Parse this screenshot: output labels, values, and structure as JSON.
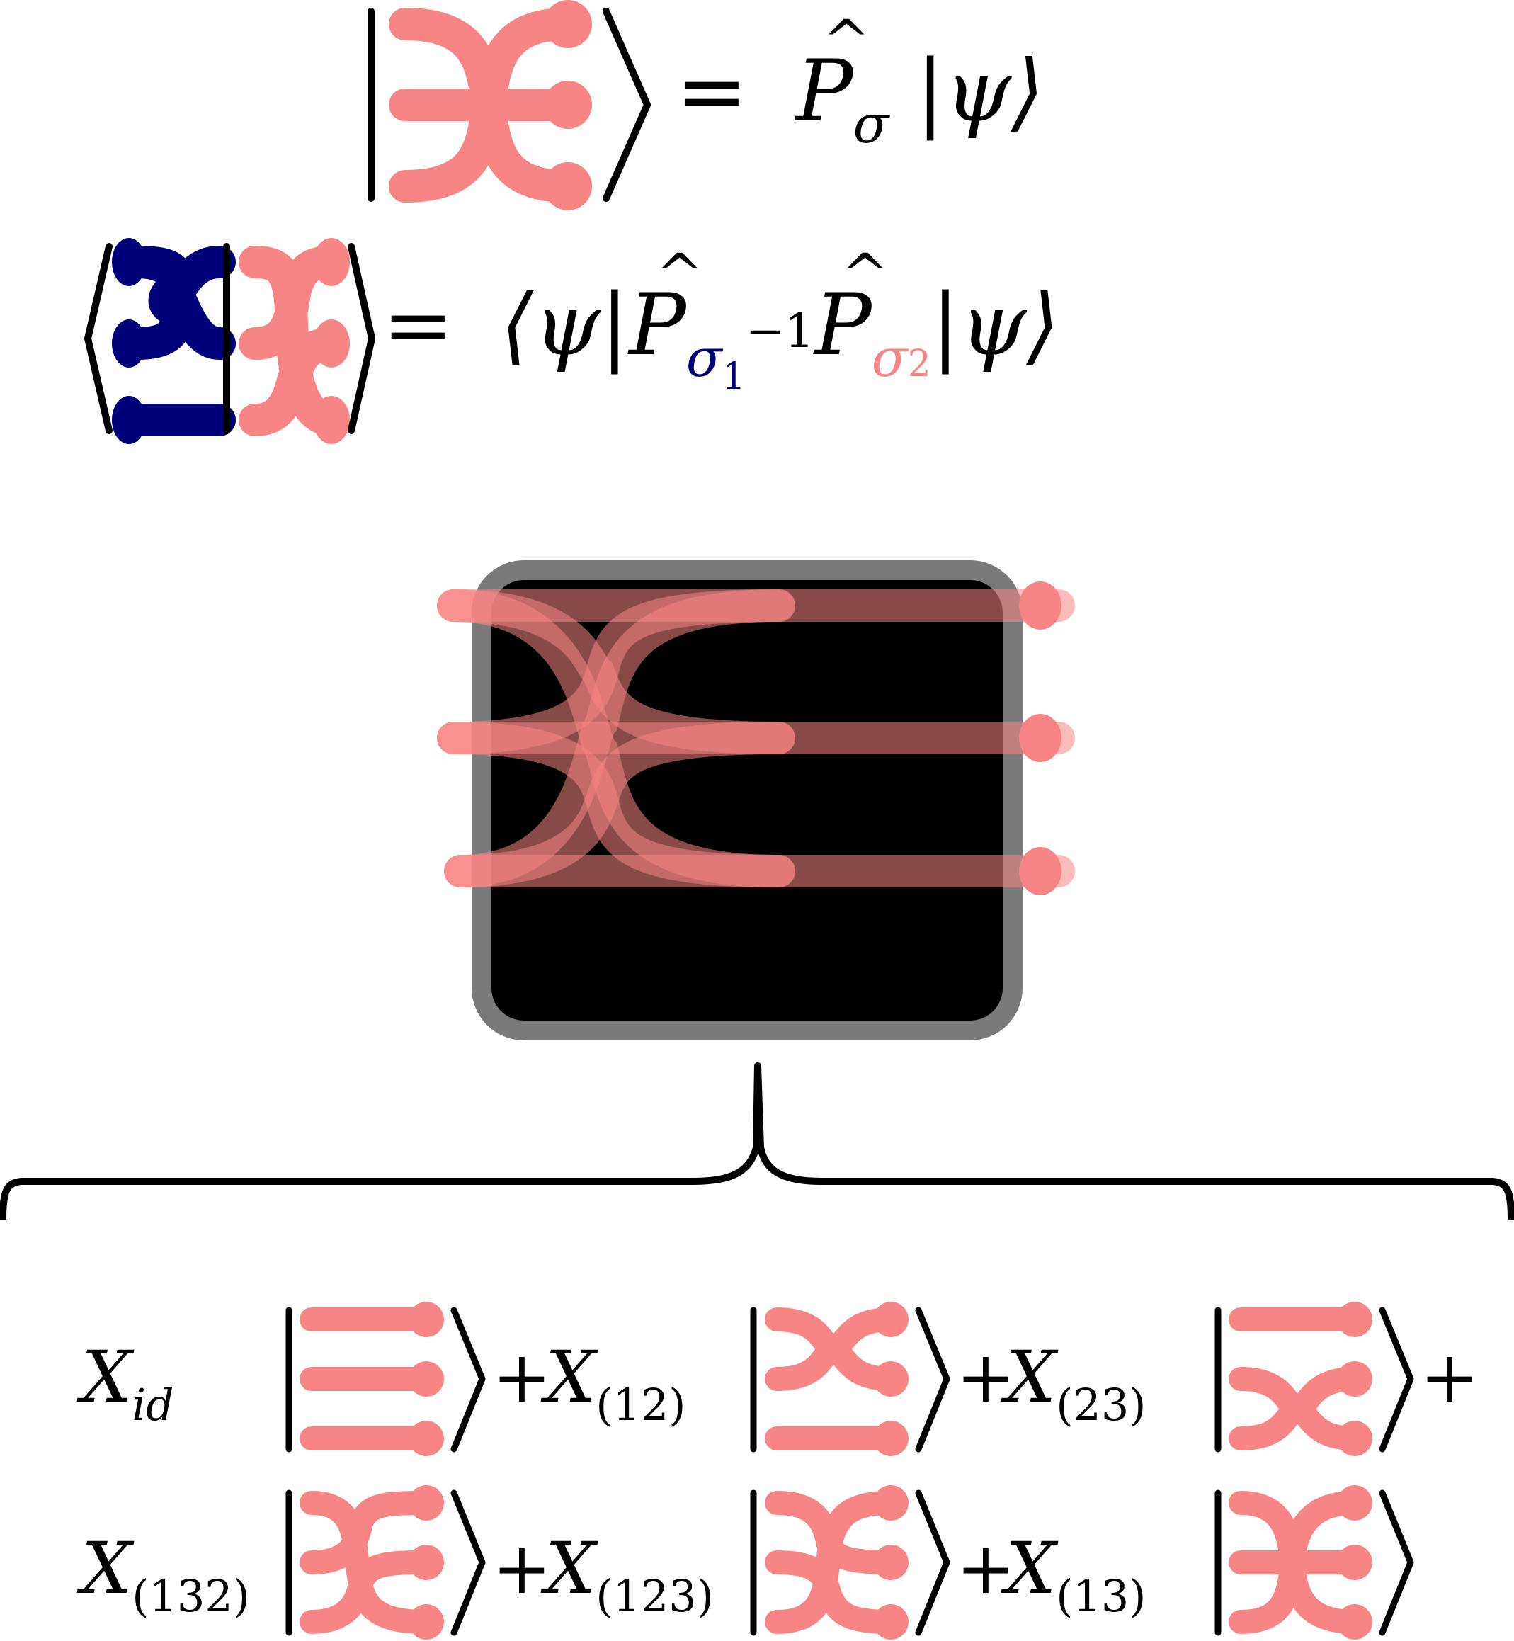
{
  "colors": {
    "ket_pink": "#f88585",
    "bra_navy": "#00007b",
    "box_border": "#7a7a7a",
    "box_fill": "#000000",
    "ink": "#000000"
  },
  "equation_1": {
    "lhs": "ket of permutation diagram (13) strands",
    "equals": "=",
    "operator": "P",
    "hat": "^",
    "subscript": "σ",
    "state": "|ψ⟩"
  },
  "equation_2": {
    "lhs": "bra (blue σ1) ket (pink σ2) overlap",
    "equals": "=",
    "open": "⟨ψ|",
    "operator_1": "P",
    "subscript_1": "σ",
    "subscript_1_index": "1",
    "superscript_1": "−1",
    "operator_2": "P",
    "subscript_2": "σ",
    "subscript_2_index": "2",
    "close": "|ψ⟩"
  },
  "central_box": {
    "label": "superposition of all 3-strand permutation diagrams",
    "strands": 3
  },
  "expansion": {
    "row_1": [
      {
        "coef": "X",
        "sub": "id",
        "perm": "id",
        "plus": "+"
      },
      {
        "coef": "X",
        "sub": "(12)",
        "perm": "(12)",
        "plus": "+"
      },
      {
        "coef": "X",
        "sub": "(23)",
        "perm": "(23)",
        "plus": "+"
      }
    ],
    "row_2": [
      {
        "coef": "X",
        "sub": "(132)",
        "perm": "(132)",
        "plus": "+"
      },
      {
        "coef": "X",
        "sub": "(123)",
        "perm": "(123)",
        "plus": "+"
      },
      {
        "coef": "X",
        "sub": "(13)",
        "perm": "(13)",
        "plus": ""
      }
    ]
  }
}
